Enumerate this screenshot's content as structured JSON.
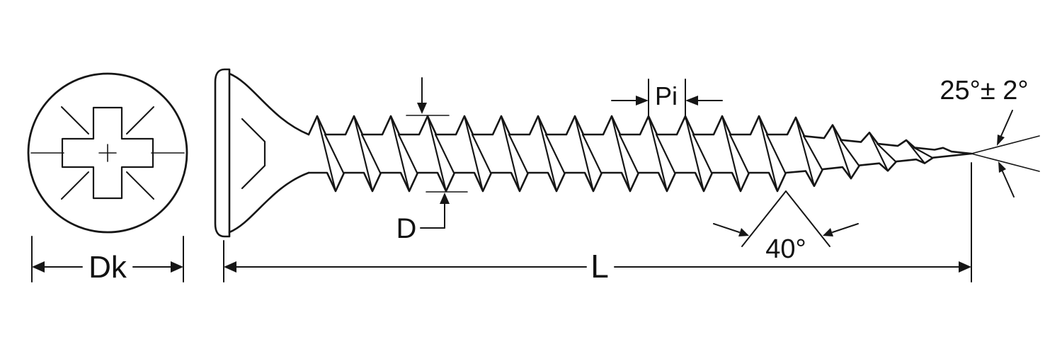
{
  "figure": {
    "labels": {
      "head_diameter": "Dk",
      "thread_diameter": "D",
      "pitch": "Pi",
      "length": "L",
      "point_angle": "40°",
      "tip_taper_angle": "25°± 2°"
    },
    "colors": {
      "line": "#161616",
      "background": "#ffffff"
    }
  }
}
